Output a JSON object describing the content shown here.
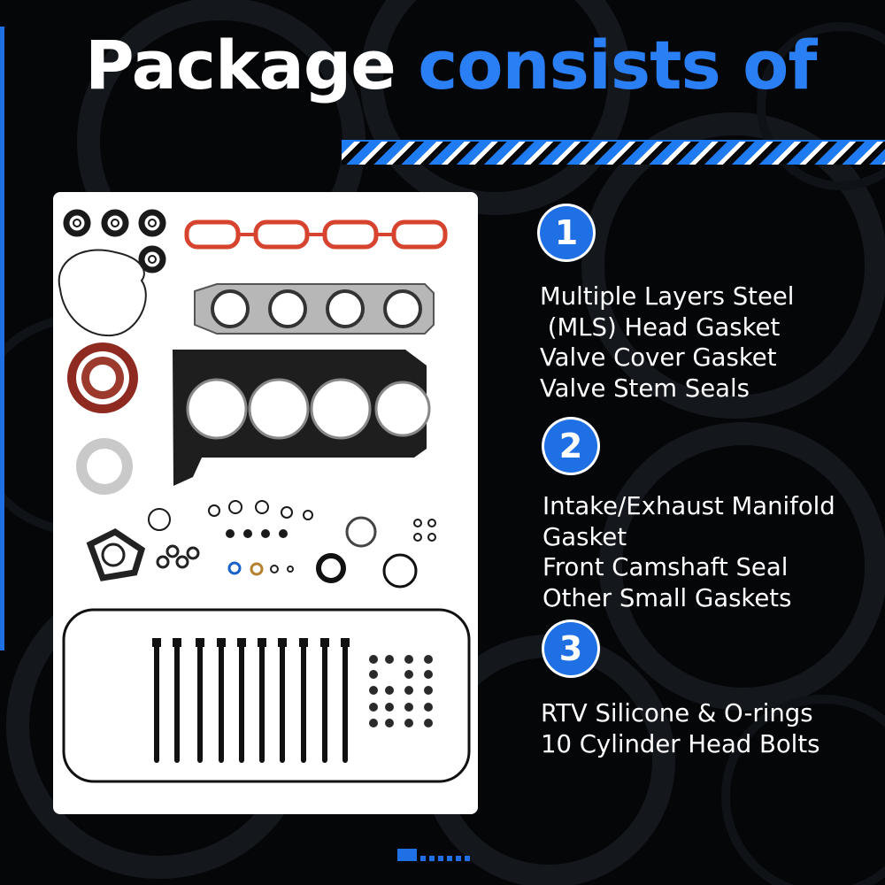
{
  "title": {
    "part1": "Package",
    "part2": "consists of"
  },
  "colors": {
    "accent": "#1f6fe5",
    "background": "#050608",
    "card": "#ffffff"
  },
  "product_image": {
    "icon": "gasket-kit-photo"
  },
  "sections": [
    {
      "number": "1",
      "lines": [
        "Multiple Layers Steel",
        " (MLS) Head Gasket",
        "Valve Cover Gasket",
        "Valve Stem Seals"
      ]
    },
    {
      "number": "2",
      "lines": [
        "Intake/Exhaust Manifold",
        "Gasket",
        "Front Camshaft Seal",
        "Other Small Gaskets"
      ]
    },
    {
      "number": "3",
      "lines": [
        "RTV Silicone & O-rings",
        "10 Cylinder Head Bolts"
      ]
    }
  ],
  "pagination": {
    "active_index": 0,
    "total": 7
  }
}
